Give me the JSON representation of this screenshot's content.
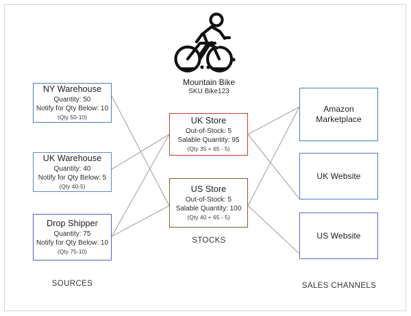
{
  "diagram": {
    "product": {
      "icon": "mountain-bike-cyclist-icon",
      "name": "Mountain Bike",
      "sku": "SKU Bike123"
    },
    "section_labels": {
      "sources": "SOURCES",
      "stocks": "STOCKS",
      "channels": "SALES CHANNELS"
    },
    "sources": [
      {
        "id": "ny-warehouse",
        "title": "NY Warehouse",
        "quantity_label": "Quantity: 50",
        "notify_label": "Notify for Qty Below: 10",
        "formula": "(Qty 50-10)",
        "border_color": "#4a79c4"
      },
      {
        "id": "uk-warehouse",
        "title": "UK Warehouse",
        "quantity_label": "Quantity: 40",
        "notify_label": "Notify for Qty Below: 5",
        "formula": "(Qty 40-5)",
        "border_color": "#5b86cf"
      },
      {
        "id": "drop-shipper",
        "title": "Drop Shipper",
        "quantity_label": "Quantity: 75",
        "notify_label": "Notify for Qty Below: 10",
        "formula": "(Qty 75-10)",
        "border_color": "#4a5fc4"
      }
    ],
    "stocks": [
      {
        "id": "uk-store",
        "title": "UK Store",
        "out_of_stock_label": "Out-of-Stock: 5",
        "salable_label": "Salable Quantity: 95",
        "formula": "(Qty 35 + 65 - 5)",
        "border_color": "#c0392b"
      },
      {
        "id": "us-store",
        "title": "US Store",
        "out_of_stock_label": "Out-of-Stock: 5",
        "salable_label": "Salable Quantity: 100",
        "formula": "(Qty 40 + 65 - 5)",
        "border_color": "#7a5a2e"
      }
    ],
    "channels": [
      {
        "id": "amazon-marketplace",
        "line1": "Amazon",
        "line2": "Marketplace",
        "border_color": "#3f7fa6"
      },
      {
        "id": "uk-website",
        "line1": "UK Website",
        "line2": "",
        "border_color": "#4a79c4"
      },
      {
        "id": "us-website",
        "line1": "US Website",
        "line2": "",
        "border_color": "#5b5fd0"
      }
    ],
    "connections": {
      "color": "#a0a0a0",
      "links": [
        {
          "from": "ny-warehouse",
          "to": "us-store"
        },
        {
          "from": "uk-warehouse",
          "to": "uk-store"
        },
        {
          "from": "drop-shipper",
          "to": "uk-store"
        },
        {
          "from": "drop-shipper",
          "to": "us-store"
        },
        {
          "from": "uk-store",
          "to": "amazon-marketplace"
        },
        {
          "from": "uk-store",
          "to": "uk-website"
        },
        {
          "from": "us-store",
          "to": "amazon-marketplace"
        },
        {
          "from": "us-store",
          "to": "us-website"
        }
      ]
    }
  }
}
